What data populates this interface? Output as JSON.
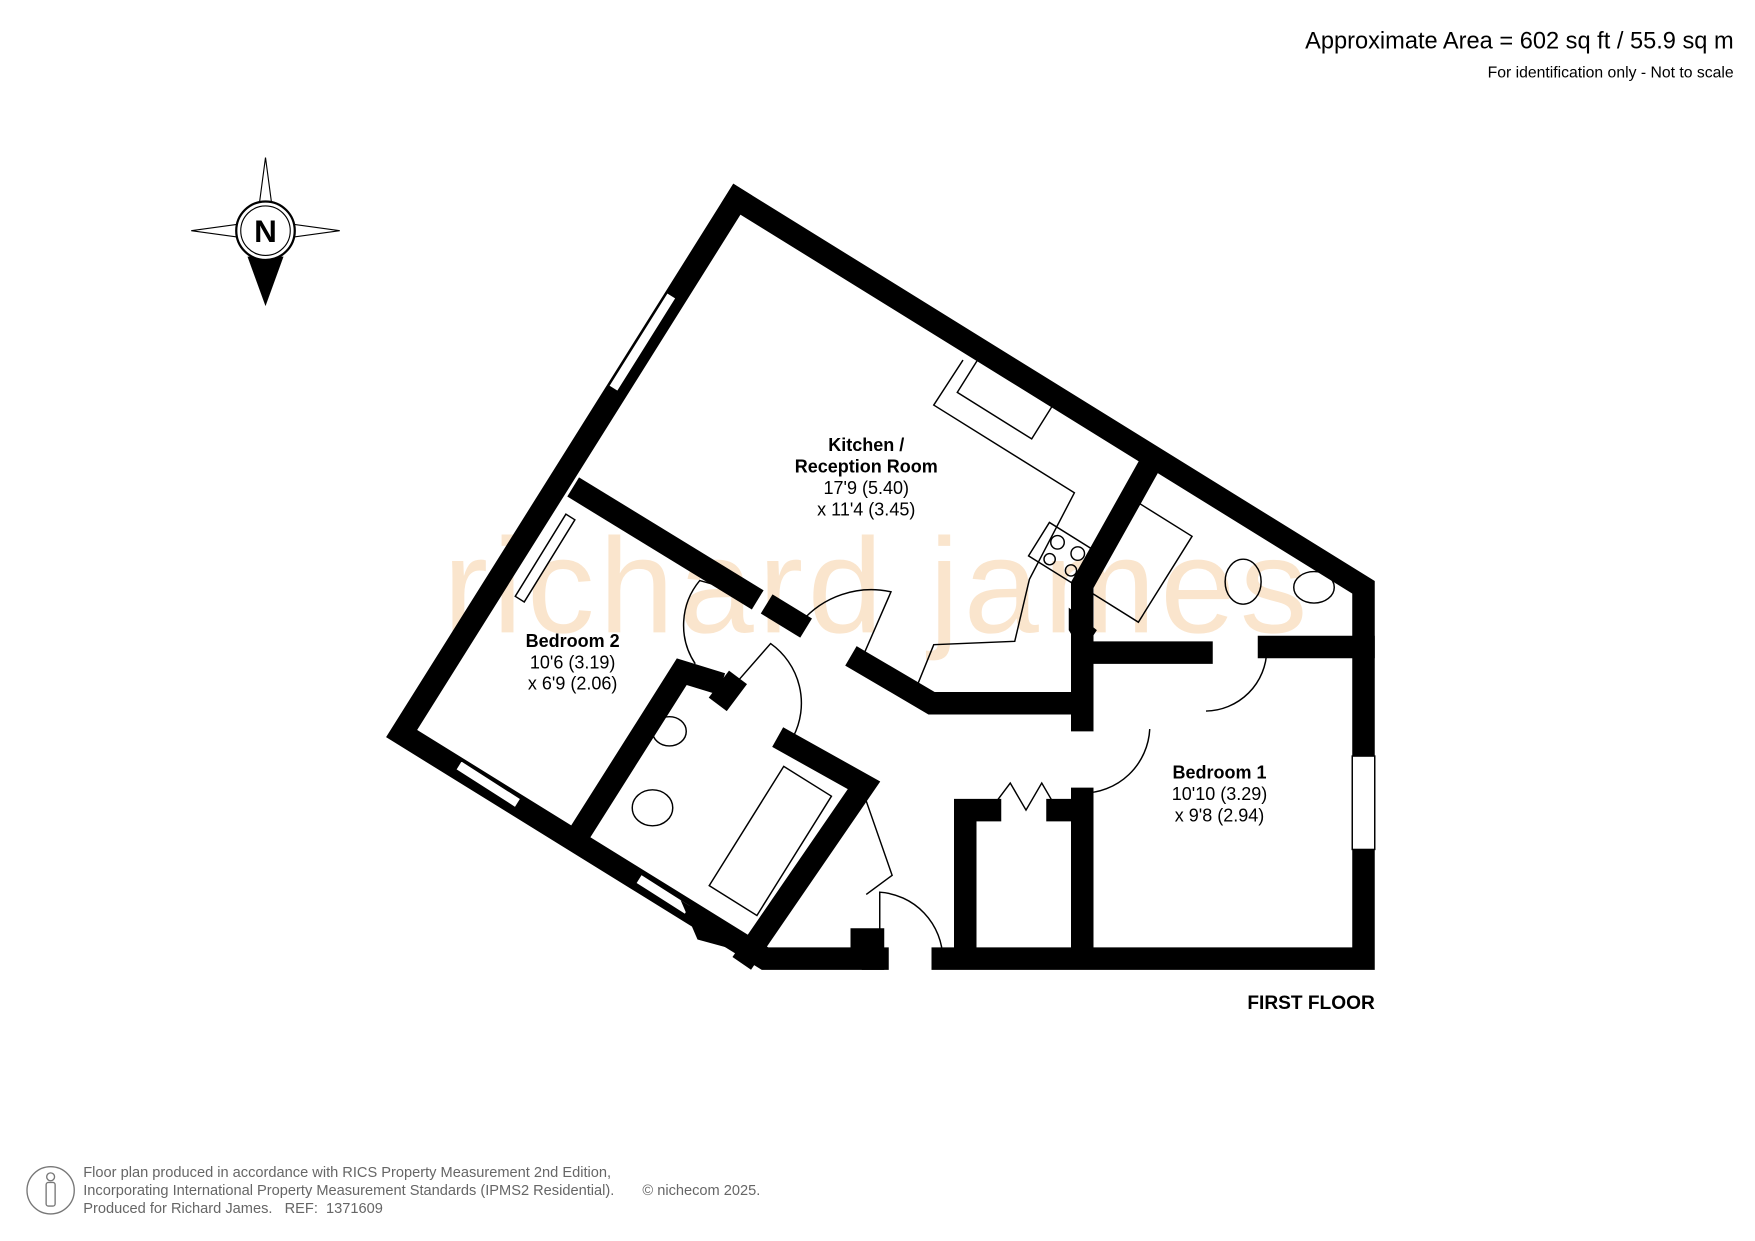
{
  "header": {
    "area": "Approximate Area = 602 sq ft / 55.9 sq m",
    "disclaimer": "For identification only - Not to scale"
  },
  "compass": {
    "label": "N"
  },
  "watermark": "richard james",
  "rooms": [
    {
      "name_line1": "Kitchen /",
      "name_line2": "Reception Room",
      "dim1": "17'9 (5.40)",
      "dim2": "x 11'4 (3.45)"
    },
    {
      "name": "Bedroom 2",
      "dim1": "10'6 (3.19)",
      "dim2": "x 6'9 (2.06)"
    },
    {
      "name": "Bedroom 1",
      "dim1": "10'10 (3.29)",
      "dim2": "x 9'8 (2.94)"
    }
  ],
  "floor_label": "FIRST FLOOR",
  "footer": {
    "line1": "Floor plan produced in accordance with RICS Property Measurement 2nd Edition,",
    "line2": "Incorporating International Property Measurement Standards (IPMS2 Residential).",
    "copyright": "© nichecom 2025.",
    "line3": "Produced for Richard James.   REF:  1371609"
  }
}
